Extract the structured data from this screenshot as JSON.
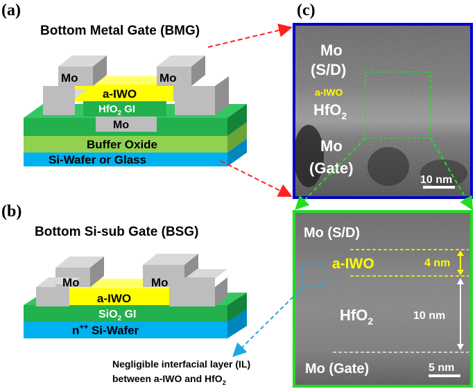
{
  "panels": {
    "a": "(a)",
    "b": "(b)",
    "c": "(c)"
  },
  "bmg": {
    "title": "Bottom Metal Gate (BMG)",
    "mo_left": "Mo",
    "mo_right": "Mo",
    "channel": "a-IWO",
    "gate_insulator_main": "HfO",
    "gate_insulator_sub": "2",
    "gate_insulator_tail": " GI",
    "gate_metal": "Mo",
    "buffer": "Buffer Oxide",
    "substrate": "Si-Wafer or Glass"
  },
  "bsg": {
    "title": "Bottom Si-sub Gate (BSG)",
    "mo_left": "Mo",
    "mo_right": "Mo",
    "channel": "a-IWO",
    "gate_insulator_main": "SiO",
    "gate_insulator_sub": "2",
    "gate_insulator_tail": " GI",
    "substrate_pre": "n",
    "substrate_sup": "++",
    "substrate_post": " Si-Wafer"
  },
  "tem_top": {
    "mo_sd_line1": "Mo",
    "mo_sd_line2": "(S/D)",
    "iwo": "a-IWO",
    "hfo_main": "HfO",
    "hfo_sub": "2",
    "gate_line1": "Mo",
    "gate_line2": "(Gate)",
    "scale": "10 nm"
  },
  "tem_bottom": {
    "mo_sd": "Mo (S/D)",
    "iwo": "a-IWO",
    "hfo_main": "HfO",
    "hfo_sub": "2",
    "gate": "Mo (Gate)",
    "thickness_iwo": "4 nm",
    "thickness_hfo": "10 nm",
    "scale": "5 nm"
  },
  "note": {
    "line1": "Negligible interfacial layer (IL)",
    "line2_main": "between a-IWO and HfO",
    "line2_sub": "2"
  },
  "colors": {
    "mo": "#bdbdbd",
    "mo_side": "#8f8f8f",
    "mo_top": "#d9d9d9",
    "iwo": "#ffff00",
    "hfo": "#22b14c",
    "hfo_side": "#14843a",
    "buffer": "#92d050",
    "buffer_side": "#6aa437",
    "substrate": "#00b0f0",
    "substrate_side": "#0087bd",
    "frame_top": "#0000cc",
    "frame_bottom": "#22dd22",
    "arrow_red": "#ff2020",
    "arrow_green": "#22dd22",
    "arrow_cyan": "#1ea7e0",
    "highlight": "#ffff00"
  }
}
